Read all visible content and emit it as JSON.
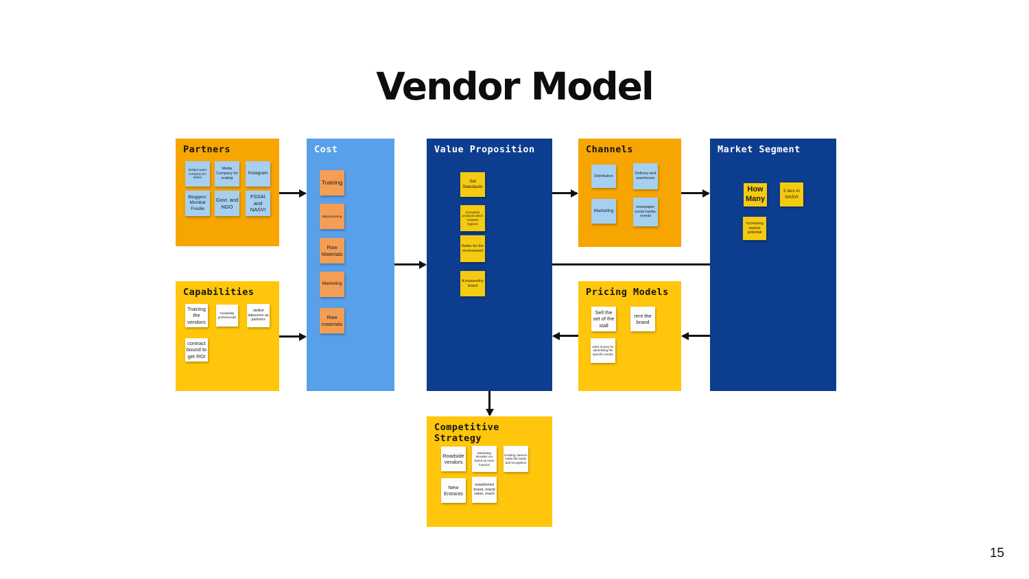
{
  "title": "Vendor Model",
  "page_number": "15",
  "colors": {
    "orange_box": "#F7A501",
    "yellow_box": "#FFC60B",
    "light_blue_box": "#58A0E9",
    "navy_box": "#0D3D8E",
    "blue_note": "#A6CFF0",
    "orange_note": "#F49D54",
    "yellow_note": "#F5CB11",
    "white_note": "#FDFDFD",
    "arrow": "#111111"
  },
  "partners": {
    "label": "Partners",
    "notes": [
      "Bottled water company Ex: Bisleri",
      "Media Company for scaling",
      "Instagram",
      "Bloggers: Mumbai Foodie",
      "Govt. and NGO",
      "FSSAI and NASVI"
    ]
  },
  "cost": {
    "label": "Cost",
    "notes": [
      "Training",
      "Manufacturing",
      "Raw Materials",
      "Marketing",
      "Raw materials"
    ]
  },
  "value_proposition": {
    "label": "Value Proposition",
    "notes": [
      "Set Standards",
      "Innovative products which maintain hygiene",
      "Better for the environment",
      "A trustworthy brand"
    ]
  },
  "channels": {
    "label": "Channels",
    "notes": [
      "Distribution",
      "Delivery and warehouse",
      "Marketing",
      "newspaper, social media, events"
    ]
  },
  "market_segment": {
    "label": "Market Segment",
    "notes": [
      "How Many",
      "5 lacs in NASVI",
      "Increasing market potential"
    ]
  },
  "capabilities": {
    "label": "Capabilities",
    "notes": [
      "Training the vendors",
      "Hospitality professionals",
      "skilled labourers as partners",
      "contract bound to get ROI"
    ]
  },
  "pricing_models": {
    "label": "Pricing Models",
    "notes": [
      "Sell the set of the stall",
      "rent the brand",
      "extra money for advertising the specific vendor"
    ]
  },
  "competitive_strategy": {
    "label": "Competitive Strategy",
    "notes": [
      "Roadside vendors",
      "Marketing elevates our brand as more luxurius",
      "Existing caterers make life easier and recognition",
      "New Entrants",
      "established brand, brand value, reach"
    ]
  }
}
